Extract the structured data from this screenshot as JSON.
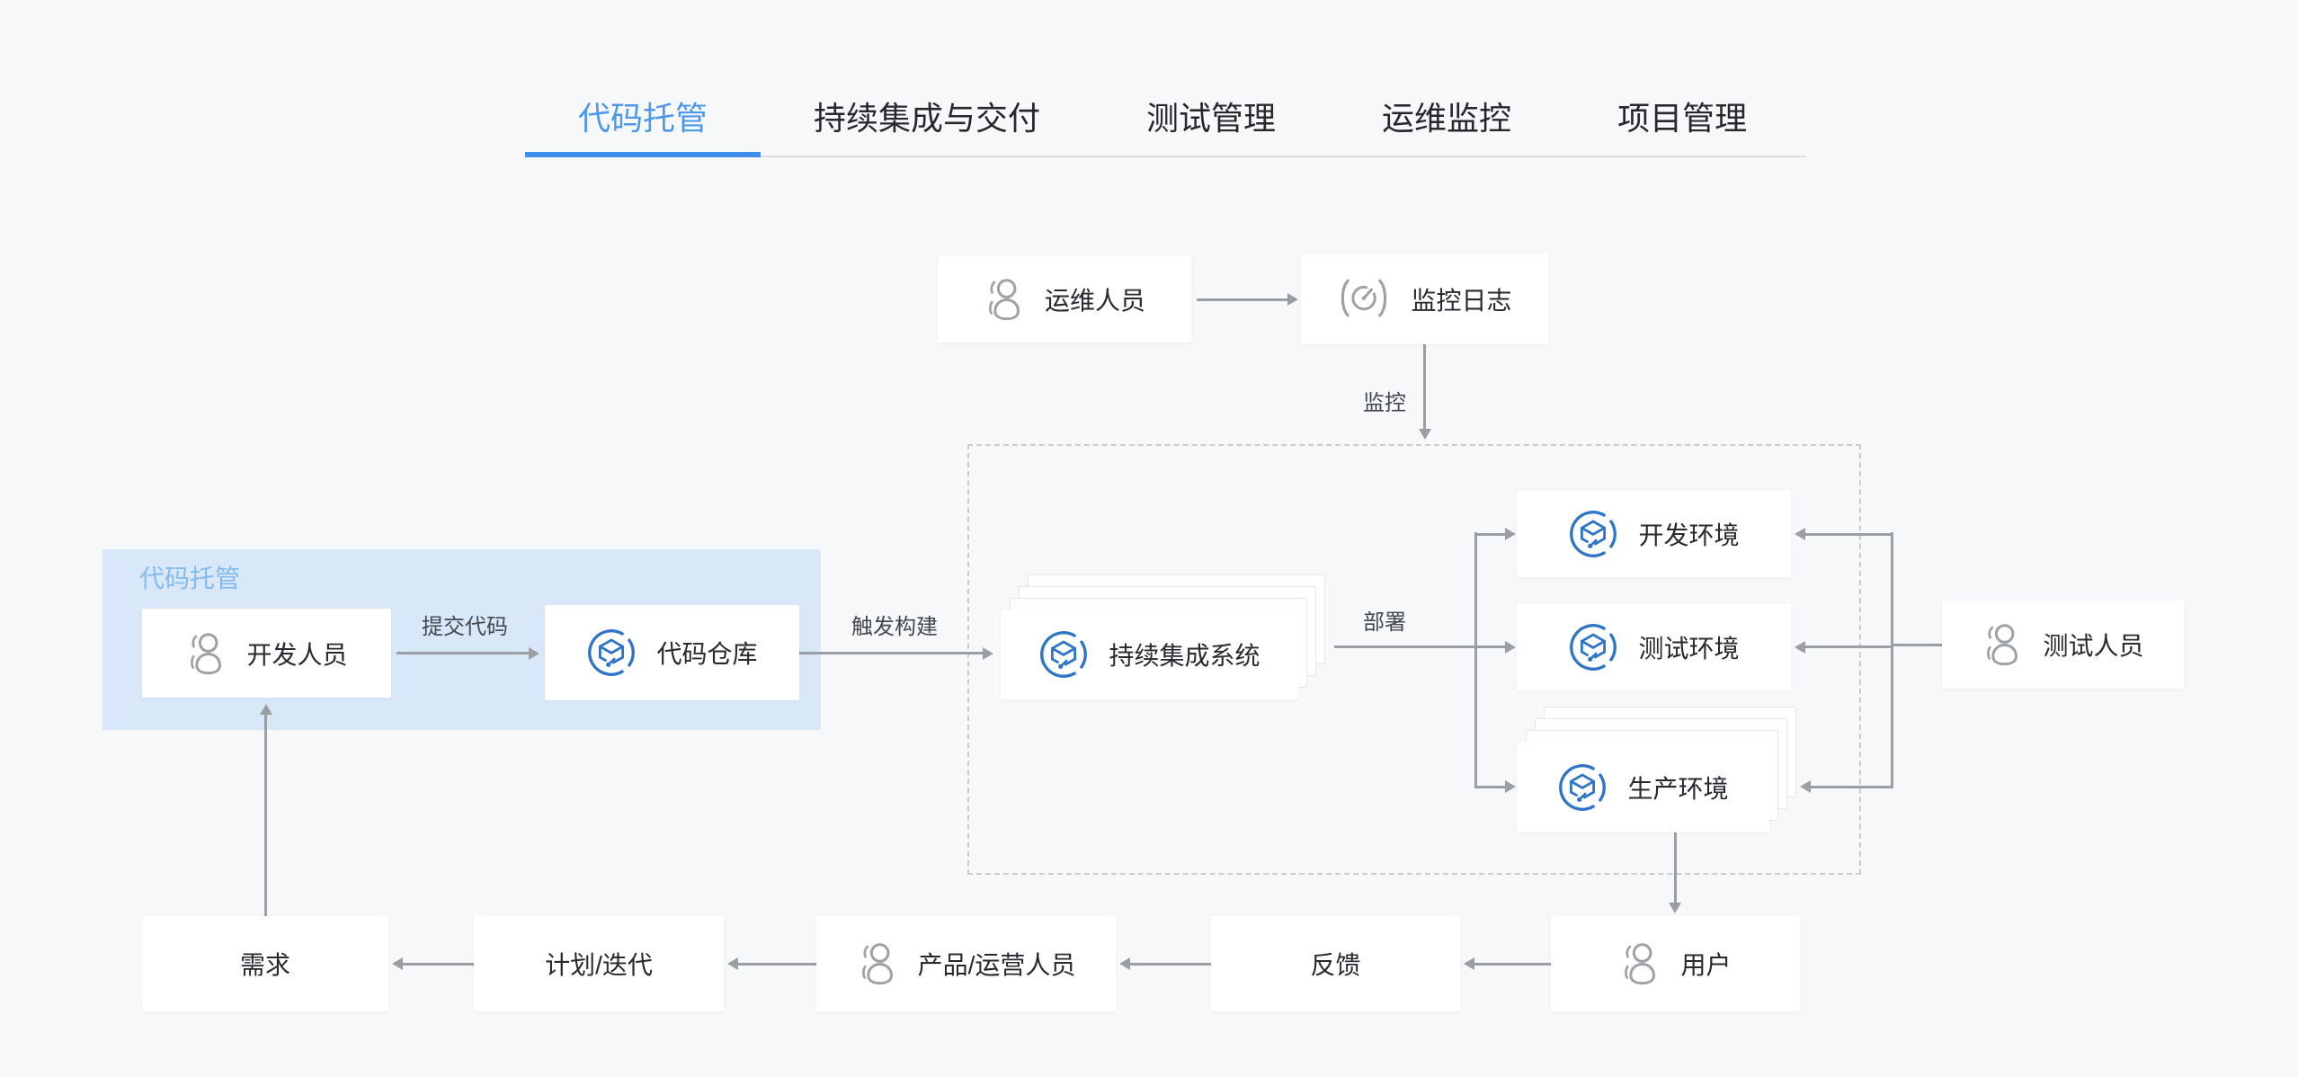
{
  "tabs": {
    "items": [
      {
        "label": "代码托管",
        "active": true
      },
      {
        "label": "持续集成与交付",
        "active": false
      },
      {
        "label": "测试管理",
        "active": false
      },
      {
        "label": "运维监控",
        "active": false
      },
      {
        "label": "项目管理",
        "active": false
      }
    ]
  },
  "panel": {
    "label": "代码托管"
  },
  "nodes": {
    "ops_staff": {
      "label": "运维人员",
      "icon": "person-icon"
    },
    "monitor_log": {
      "label": "监控日志",
      "icon": "gauge-icon"
    },
    "dev_env": {
      "label": "开发环境",
      "icon": "cube-icon"
    },
    "test_env": {
      "label": "测试环境",
      "icon": "cube-icon"
    },
    "prod_env": {
      "label": "生产环境",
      "icon": "cube-icon"
    },
    "ci_system": {
      "label": "持续集成系统",
      "icon": "cube-icon"
    },
    "test_staff": {
      "label": "测试人员",
      "icon": "person-icon"
    },
    "dev_staff": {
      "label": "开发人员",
      "icon": "person-icon"
    },
    "code_repo": {
      "label": "代码仓库",
      "icon": "cube-icon"
    },
    "demand": {
      "label": "需求"
    },
    "plan": {
      "label": "计划/迭代"
    },
    "product_staff": {
      "label": "产品/运营人员",
      "icon": "person-icon"
    },
    "feedback": {
      "label": "反馈"
    },
    "user": {
      "label": "用户",
      "icon": "person-icon"
    }
  },
  "edge_labels": {
    "submit_code": "提交代码",
    "trigger_build": "触发构建",
    "deploy": "部署",
    "monitor": "监控"
  },
  "colors": {
    "accent_blue": "#3e8eea",
    "active_tab_text": "#4c99ec",
    "icon_blue": "#2e75c7",
    "line_gray": "#9b9ea2",
    "panel_blue": "#d9e8f8",
    "panel_label_blue": "#85bbec",
    "background": "#f7f8fa"
  }
}
